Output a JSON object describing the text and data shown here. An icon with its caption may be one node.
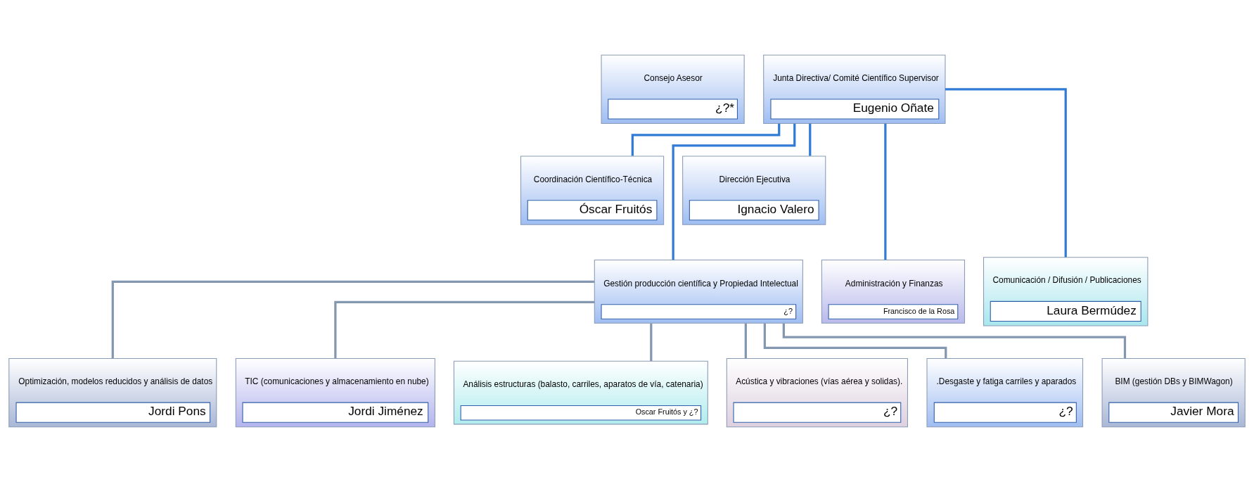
{
  "diagram": {
    "nodes": [
      {
        "text": [
          "Consejo Asesor",
          "¿?*"
        ]
      },
      {
        "text": [
          "Junta Directiva/ Comité Científico Supervisor",
          "Eugenio Oñate"
        ]
      },
      {
        "text": [
          "Coordinación Científico-Técnica",
          "Óscar Fruitós"
        ]
      },
      {
        "text": [
          "Dirección Ejecutiva",
          "Ignacio Valero"
        ]
      },
      {
        "text": [
          "Gestión producción científica y Propiedad Intelectual",
          "¿?"
        ]
      },
      {
        "text": [
          "Administración y Finanzas",
          "Francisco de la Rosa"
        ]
      },
      {
        "text": [
          "Comunicación / Difusión / Publicaciones",
          "Laura Bermúdez"
        ]
      },
      {
        "text": [
          "Optimización, modelos reducidos y análisis de datos",
          "Jordi Pons"
        ]
      },
      {
        "text": [
          "TIC (comunicaciones y almacenamiento en nube)",
          "Jordi Jiménez"
        ]
      },
      {
        "text": [
          "Análisis estructuras (balasto, carriles, aparatos de vía, catenaria)",
          "Oscar Fruitós y ¿?"
        ]
      },
      {
        "text": [
          "Acústica y vibraciones (vías aérea y solidas).",
          "¿?"
        ]
      },
      {
        "text": [
          ".Desgaste y fatiga carriles y aparados",
          "¿?"
        ]
      },
      {
        "text": [
          "BIM (gestión DBs y BIMWagon)",
          "Javier Mora"
        ]
      }
    ],
    "edges": [
      {
        "from": 1,
        "to": 2,
        "arrow": "none",
        "color": "#2f7bd6"
      },
      {
        "from": 1,
        "to": 3,
        "arrow": "none",
        "color": "#2f7bd6"
      },
      {
        "from": 1,
        "to": 4,
        "arrow": "none",
        "color": "#2f7bd6"
      },
      {
        "from": 1,
        "to": 5,
        "arrow": "none",
        "color": "#2f7bd6"
      },
      {
        "from": 1,
        "to": 6,
        "arrow": "none",
        "color": "#2f7bd6"
      },
      {
        "from": 4,
        "to": 7,
        "arrow": "none"
      },
      {
        "from": 4,
        "to": 8,
        "arrow": "none"
      },
      {
        "from": 4,
        "to": 9,
        "arrow": "none"
      },
      {
        "from": 4,
        "to": 10,
        "arrow": "none"
      },
      {
        "from": 4,
        "to": 11,
        "arrow": "none"
      },
      {
        "from": 4,
        "to": 12,
        "arrow": "none"
      }
    ]
  }
}
